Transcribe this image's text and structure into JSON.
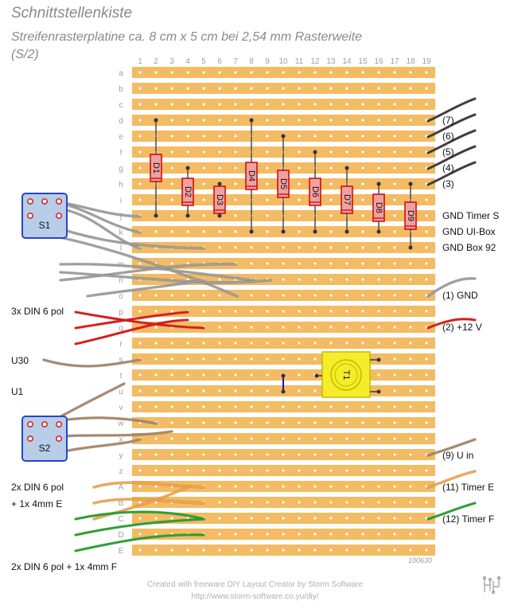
{
  "title": "Schnittstellenkiste",
  "subtitle_line1": "Streifenrasterplatine ca. 8 cm x 5 cm bei 2,54 mm Rasterweite",
  "subtitle_line2": "(S/2)",
  "columns": [
    "1",
    "2",
    "3",
    "4",
    "5",
    "6",
    "7",
    "8",
    "9",
    "10",
    "11",
    "12",
    "13",
    "14",
    "15",
    "16",
    "17",
    "18",
    "19"
  ],
  "rows": [
    "a",
    "b",
    "c",
    "d",
    "e",
    "f",
    "g",
    "h",
    "i",
    "j",
    "k",
    "l",
    "m",
    "n",
    "o",
    "p",
    "q",
    "r",
    "s",
    "t",
    "u",
    "v",
    "w",
    "x",
    "y",
    "z",
    "A",
    "B",
    "C",
    "D",
    "E"
  ],
  "diodes": [
    "D1",
    "D2",
    "D3",
    "D4",
    "D5",
    "D6",
    "D7",
    "D8",
    "D9"
  ],
  "transistor": "T1",
  "switches": [
    "S1",
    "S2"
  ],
  "labels_right": {
    "w7": "(7)",
    "w6": "(6)",
    "w5": "(5)",
    "w4": "(4)",
    "w3": "(3)",
    "gnd_timer": "GND Timer S",
    "gnd_ui": "GND UI-Box",
    "gnd_box": "GND Box 92",
    "w1": "(1) GND",
    "w2": "(2) +12 V",
    "w9": "(9) U in",
    "w11": "(11) Timer E",
    "w12": "(12) Timer F"
  },
  "labels_left": {
    "din3": "3x DIN 6 pol",
    "u30": "U30",
    "u1": "U1",
    "din2a": "2x DIN 6 pol",
    "din2b": "+ 1x 4mm E",
    "din2f": "2x DIN 6 pol + 1x 4mm F"
  },
  "board_id": "100630",
  "footer_line1": "Created with freeware DIY Layout Creator by Storm Software",
  "footer_line2": "http://www.storm-software.co.yu/diy/"
}
